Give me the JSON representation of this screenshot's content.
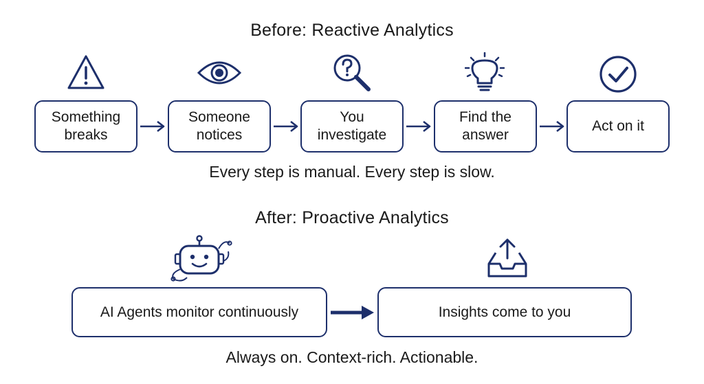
{
  "before": {
    "title": "Before: Reactive Analytics",
    "steps": [
      {
        "label": "Something breaks",
        "icon": "warning-triangle-icon"
      },
      {
        "label": "Someone notices",
        "icon": "eye-icon"
      },
      {
        "label": "You investigate",
        "icon": "magnifier-question-icon"
      },
      {
        "label": "Find the answer",
        "icon": "lightbulb-icon"
      },
      {
        "label": "Act on it",
        "icon": "check-circle-icon"
      }
    ],
    "caption": "Every step is manual. Every step is slow."
  },
  "after": {
    "title": "After: Proactive Analytics",
    "steps": [
      {
        "label": "AI Agents monitor continuously",
        "icon": "robot-icon"
      },
      {
        "label": "Insights come to you",
        "icon": "inbox-upload-icon"
      }
    ],
    "caption": "Always on. Context-rich. Actionable."
  },
  "colors": {
    "accent": "#1d2f6b",
    "text": "#1a1a1a",
    "background": "#ffffff"
  }
}
